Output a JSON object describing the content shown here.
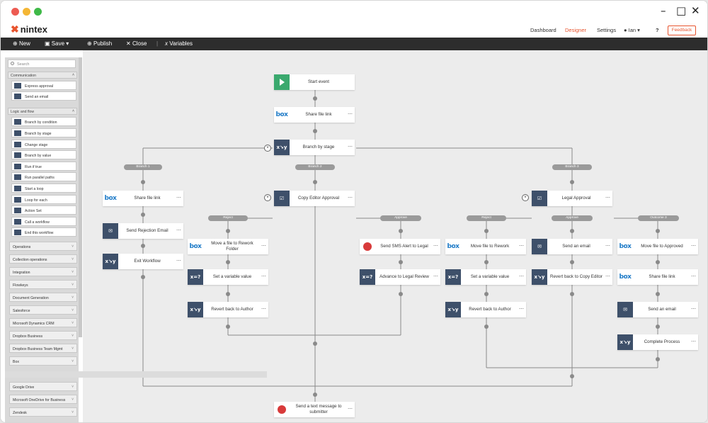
{
  "app": {
    "brand": "nintex",
    "nav": [
      "Dashboard",
      "Designer",
      "Settings"
    ],
    "user": "Ian",
    "feedback": "Feedback"
  },
  "toolbar": {
    "new": "New",
    "save": "Save",
    "publish": "Publish",
    "close": "Close",
    "variables": "Variables"
  },
  "sidebar": {
    "search_placeholder": "Search",
    "groups": [
      {
        "title": "Communication",
        "items": [
          "Express approval",
          "Send an email"
        ]
      },
      {
        "title": "Logic and flow",
        "items": [
          "Branch by condition",
          "Branch by stage",
          "Change stage",
          "Branch by value",
          "Run if true",
          "Run parallel paths",
          "Start a loop",
          "Loop for each",
          "Action Set",
          "Call a workflow",
          "End this workflow"
        ]
      }
    ],
    "categories": [
      "Operations",
      "Collection operations",
      "Integration",
      "Flowkeys",
      "Document Generation",
      "Salesforce",
      "Microsoft Dynamics CRM",
      "Dropbox Business",
      "Dropbox Business Team Mgmt",
      "Box",
      "Google Drive",
      "Microsoft OneDrive for Business",
      "Zendesk"
    ]
  },
  "workflow": {
    "start": "Start event",
    "share_file_link": "Share file link",
    "branch_by_stage": "Branch by stage",
    "branch1": "Branch 1",
    "branch2": "Branch 2",
    "branch3": "Branch 3",
    "b1_share": "Share file link",
    "b1_email": "Send Rejection Email",
    "b1_exit": "Exit Workflow",
    "copy_editor_approval": "Copy Editor Approval",
    "reject": "Reject",
    "approve": "Approve",
    "b2_move": "Move a file to Rework Folder",
    "b2_setvar": "Set a variable value",
    "b2_revert": "Revert back to Author",
    "b2_sms": "Send SMS Alert to Legal",
    "b2_advance": "Advance to Legal Review",
    "legal_approval": "Legal Approval",
    "outcome3": "Outcome 3",
    "b3_move_rework": "Move file to Rework",
    "b3_setvar": "Set a variable value",
    "b3_revert_author": "Revert back to Author",
    "b3_email": "Send an email",
    "b3_revert_copy": "Revert back to Copy Editor",
    "b3_move_approved": "Move file to Approved",
    "b3_share": "Share file link",
    "b3_email2": "Send an email",
    "b3_complete": "Complete Process",
    "final_sms": "Send a text message to submitter"
  }
}
